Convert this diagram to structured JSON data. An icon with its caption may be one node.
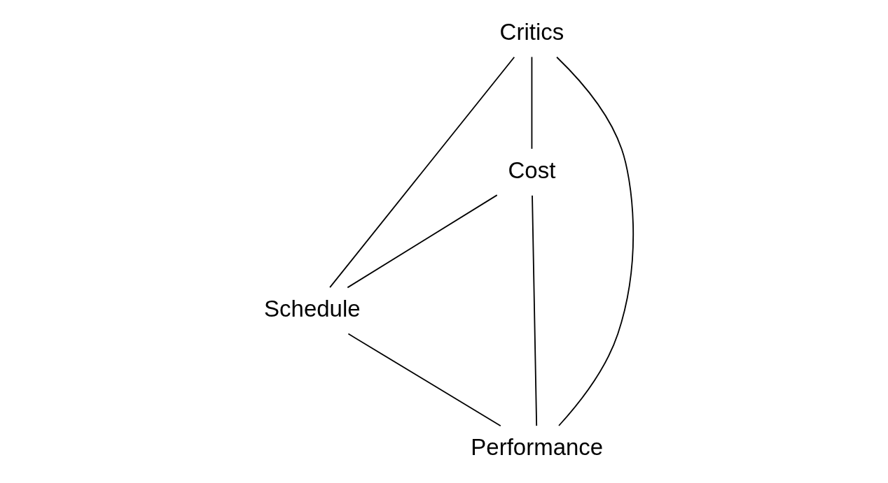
{
  "diagram": {
    "nodes": [
      {
        "text": [
          "Critics"
        ]
      },
      {
        "text": [
          "Schedule"
        ]
      },
      {
        "text": [
          "Cost"
        ]
      },
      {
        "text": [
          "Performance"
        ]
      }
    ],
    "edges": [
      {
        "from": 0,
        "to": 2,
        "arrow": "none"
      },
      {
        "from": 0,
        "to": 3,
        "arrow": "none"
      },
      {
        "from": 0,
        "to": 1,
        "arrow": "none"
      },
      {
        "from": 2,
        "to": 3,
        "arrow": "none"
      },
      {
        "from": 2,
        "to": 1,
        "arrow": "none"
      },
      {
        "from": 1,
        "to": 3,
        "arrow": "none"
      }
    ]
  }
}
